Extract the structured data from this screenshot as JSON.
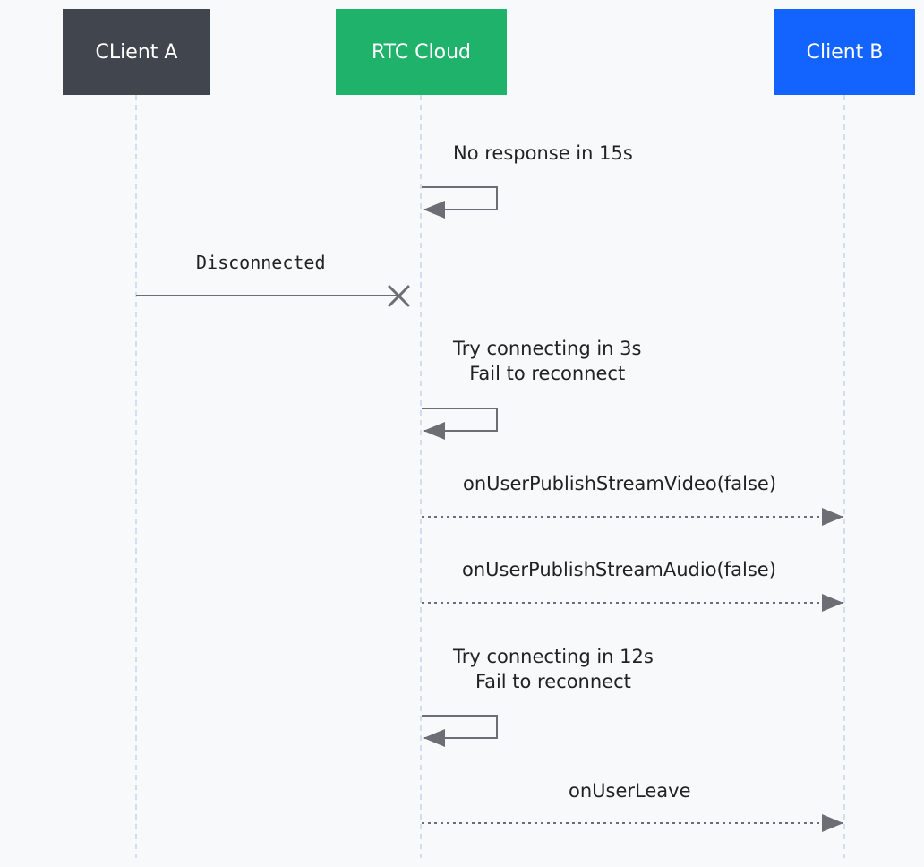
{
  "colors": {
    "client_a": "#41454d",
    "rtc_cloud": "#1fb26b",
    "client_b": "#1364ff",
    "lifeline": "#a9c4e6",
    "arrow": "#6b6e75",
    "background": "#f8f9fb"
  },
  "participants": {
    "client_a": "CLient A",
    "rtc_cloud": "RTC Cloud",
    "client_b": "Client B"
  },
  "messages": {
    "no_response": "No response in 15s",
    "disconnected": "Disconnected",
    "retry_1": {
      "line1": "Try connecting in 3s",
      "line2": "Fail to reconnect"
    },
    "video_off": "onUserPublishStreamVideo(false)",
    "audio_off": "onUserPublishStreamAudio(false)",
    "retry_2": {
      "line1": "Try connecting in 12s",
      "line2": "Fail to reconnect"
    },
    "user_leave": "onUserLeave"
  },
  "message_styles": {
    "no_response": "self-loop",
    "disconnected": "lost",
    "retry_1": "self-loop",
    "video_off": "dotted-async",
    "audio_off": "dotted-async",
    "retry_2": "self-loop",
    "user_leave": "dotted-async"
  }
}
